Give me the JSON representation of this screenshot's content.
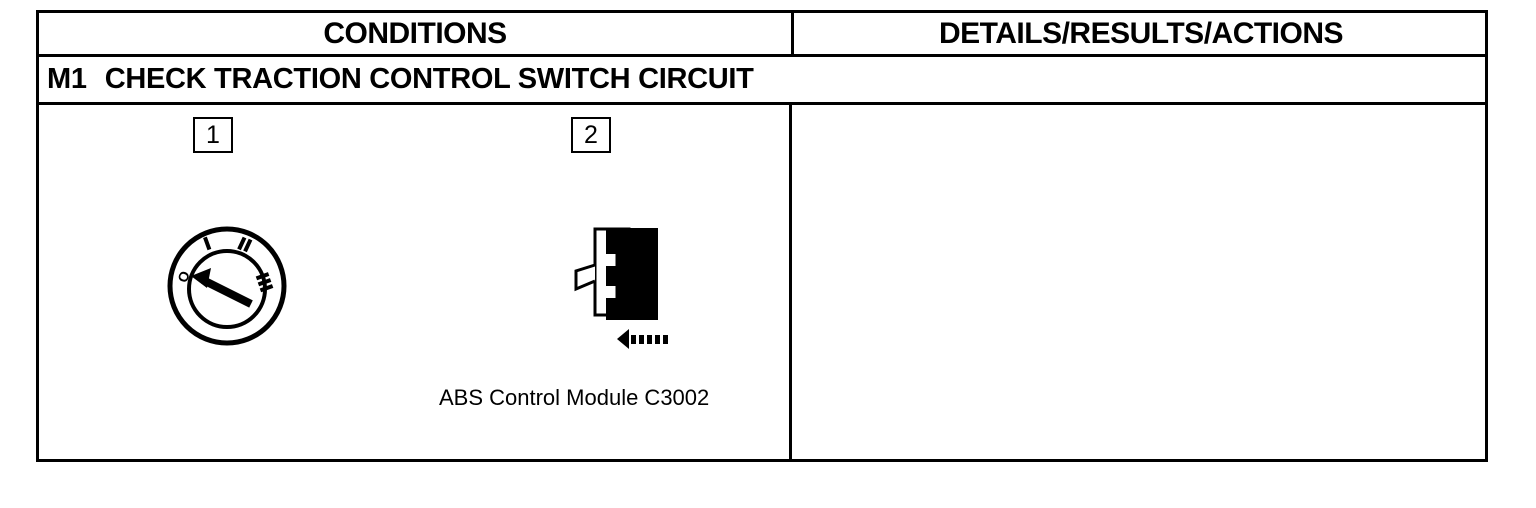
{
  "table": {
    "headers": {
      "conditions": "CONDITIONS",
      "details": "DETAILS/RESULTS/ACTIONS"
    },
    "step": {
      "id": "M1",
      "title": "CHECK TRACTION CONTROL SWITCH CIRCUIT"
    },
    "conditions": [
      {
        "number": "1",
        "icon": "ignition-switch-icon"
      },
      {
        "number": "2",
        "icon": "connector-icon",
        "caption": "ABS Control Module C3002"
      }
    ],
    "details": ""
  }
}
